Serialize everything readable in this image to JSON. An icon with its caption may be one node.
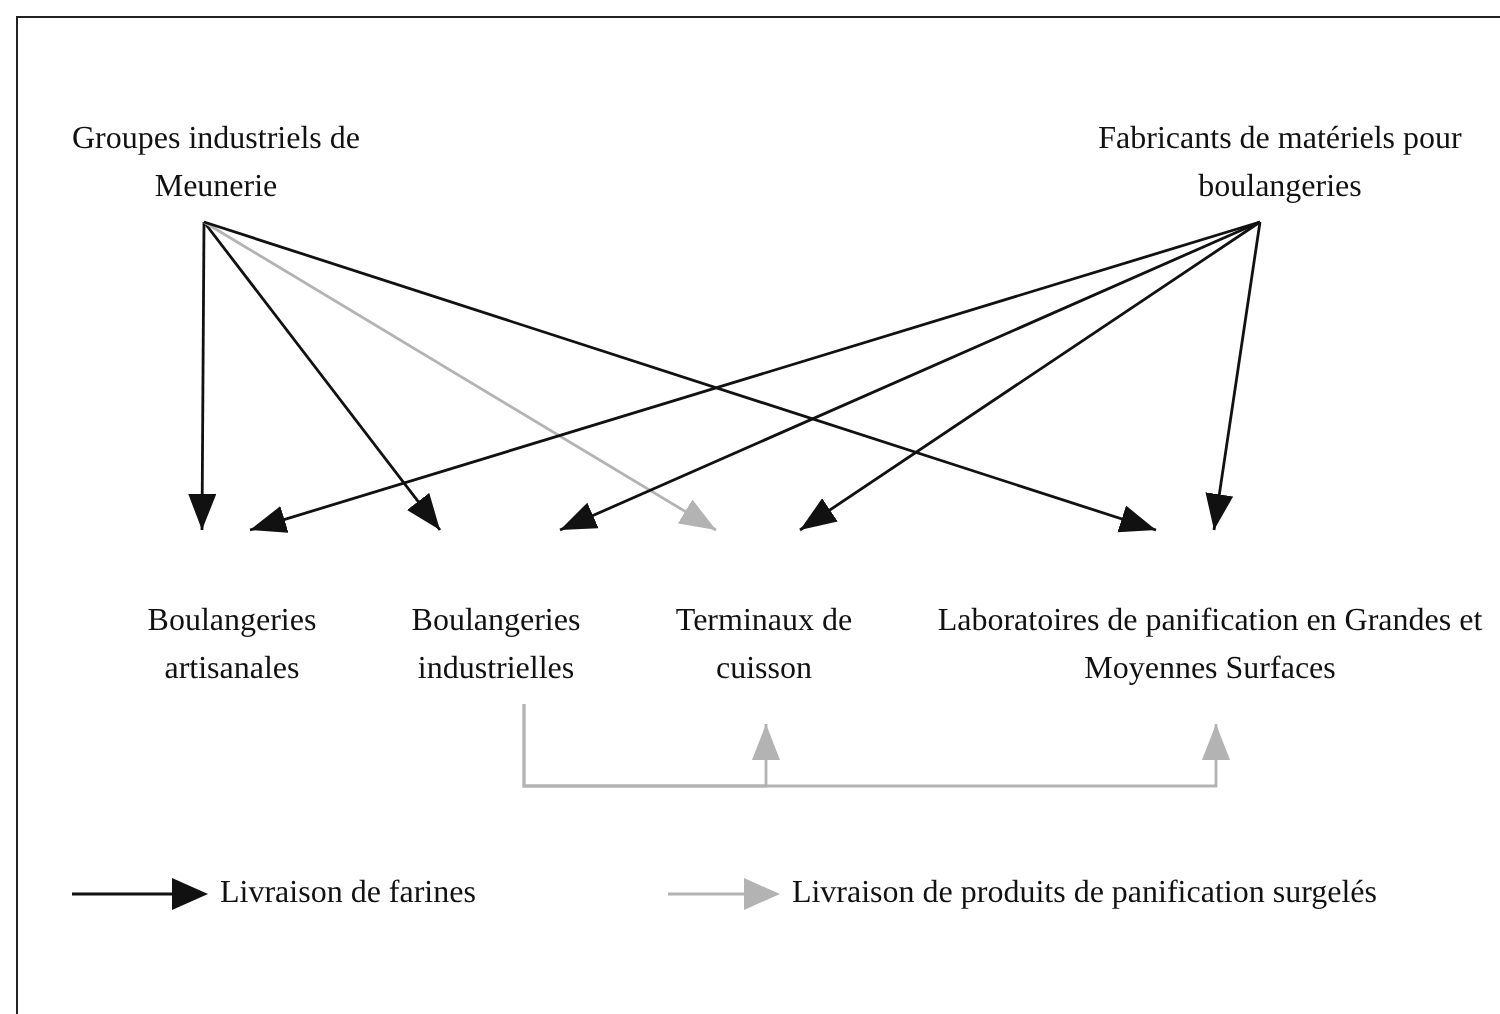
{
  "diagram": {
    "nodes": [
      {
        "text": [
          "Groupes industriels de Meunerie"
        ]
      },
      {
        "text": [
          "Fabricants de matériels pour boulangeries"
        ]
      },
      {
        "text": [
          "Boulangeries artisanales"
        ]
      },
      {
        "text": [
          "Boulangeries industrielles"
        ]
      },
      {
        "text": [
          "Terminaux de cuisson"
        ]
      },
      {
        "text": [
          "Laboratoires de panification en Grandes et Moyennes Surfaces"
        ]
      }
    ],
    "edges": [
      {
        "from": 0,
        "to": 2,
        "arrow": "to"
      },
      {
        "from": 0,
        "to": 3,
        "arrow": "to"
      },
      {
        "from": 0,
        "to": 4,
        "arrow": "to",
        "color": "#b3b3b3"
      },
      {
        "from": 0,
        "to": 5,
        "arrow": "to"
      },
      {
        "from": 1,
        "to": 2,
        "arrow": "to"
      },
      {
        "from": 1,
        "to": 3,
        "arrow": "to"
      },
      {
        "from": 1,
        "to": 4,
        "arrow": "to"
      },
      {
        "from": 1,
        "to": 5,
        "arrow": "to"
      },
      {
        "from": 3,
        "to": 4,
        "arrow": "to",
        "color": "#b3b3b3"
      },
      {
        "from": 3,
        "to": 5,
        "arrow": "to",
        "color": "#b3b3b3"
      }
    ],
    "legend": [
      {
        "text": "Livraison de farines"
      },
      {
        "text": "Livraison de produits de panification surgelés"
      }
    ]
  }
}
